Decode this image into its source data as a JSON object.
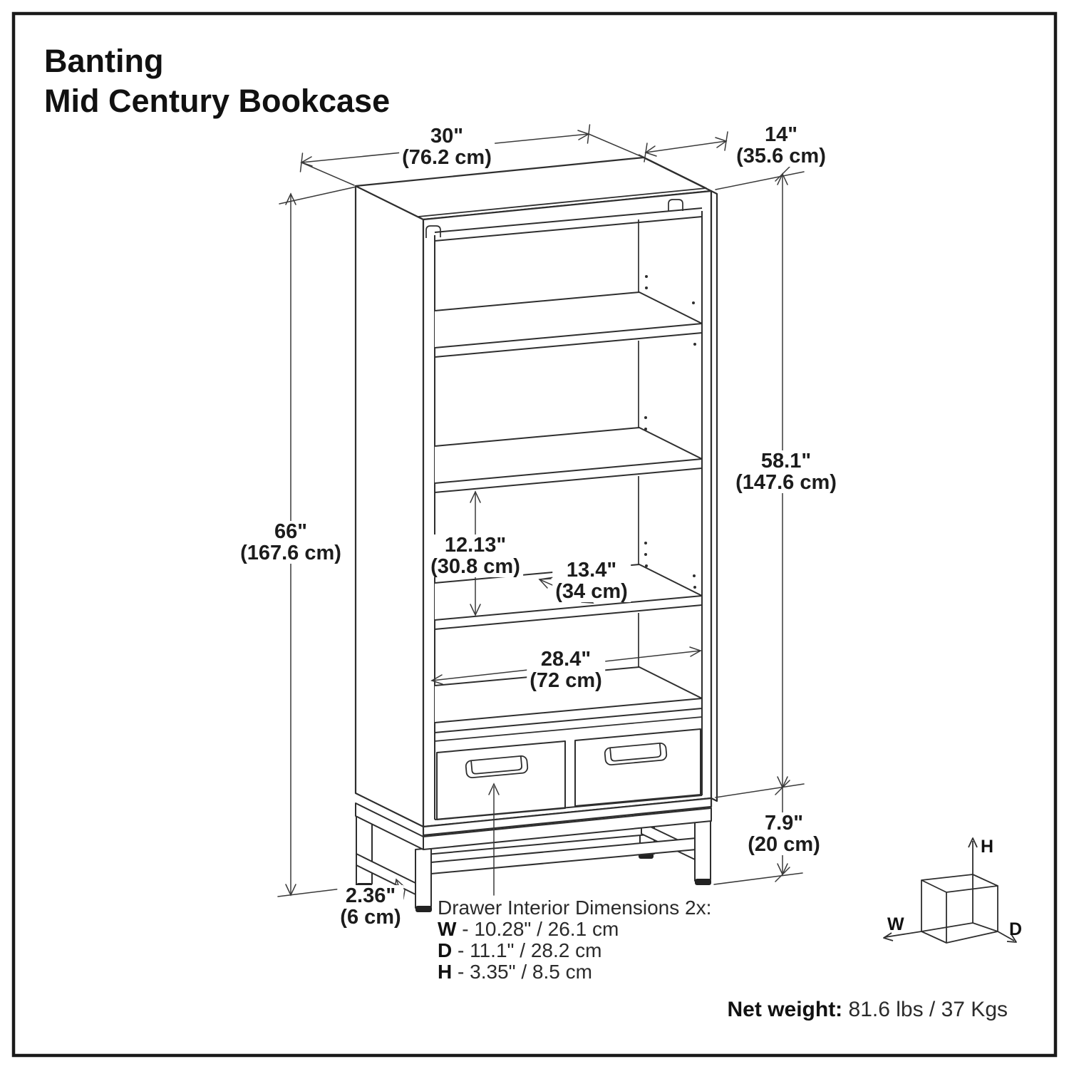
{
  "title": {
    "line1": "Banting",
    "line2": "Mid Century Bookcase"
  },
  "dimensions": {
    "width": {
      "in": "30\"",
      "cm": "(76.2 cm)"
    },
    "depth": {
      "in": "14\"",
      "cm": "(35.6 cm)"
    },
    "height": {
      "in": "66\"",
      "cm": "(167.6 cm)"
    },
    "interior_height": {
      "in": "58.1\"",
      "cm": "(147.6 cm)"
    },
    "shelf_spacing": {
      "in": "12.13\"",
      "cm": "(30.8 cm)"
    },
    "shelf_depth": {
      "in": "13.4\"",
      "cm": "(34 cm)"
    },
    "interior_width": {
      "in": "28.4\"",
      "cm": "(72 cm)"
    },
    "base_height": {
      "in": "7.9\"",
      "cm": "(20 cm)"
    },
    "leg_thickness": {
      "in": "2.36\"",
      "cm": "(6 cm)"
    }
  },
  "drawer_note": {
    "title": "Drawer Interior Dimensions 2x:",
    "rows": [
      {
        "key": "W",
        "value": " - 10.28\" / 26.1 cm"
      },
      {
        "key": "D",
        "value": " - 11.1\" / 28.2 cm"
      },
      {
        "key": "H",
        "value": " - 3.35\" / 8.5 cm"
      }
    ]
  },
  "axis_cube": {
    "h": "H",
    "w": "W",
    "d": "D"
  },
  "net_weight": {
    "label": "Net weight:",
    "value": " 81.6 lbs / 37 Kgs"
  },
  "colors": {
    "line": "#2e2e2e",
    "dim_line": "#3a3a3a",
    "text": "#1b1b1b",
    "background": "#ffffff"
  }
}
